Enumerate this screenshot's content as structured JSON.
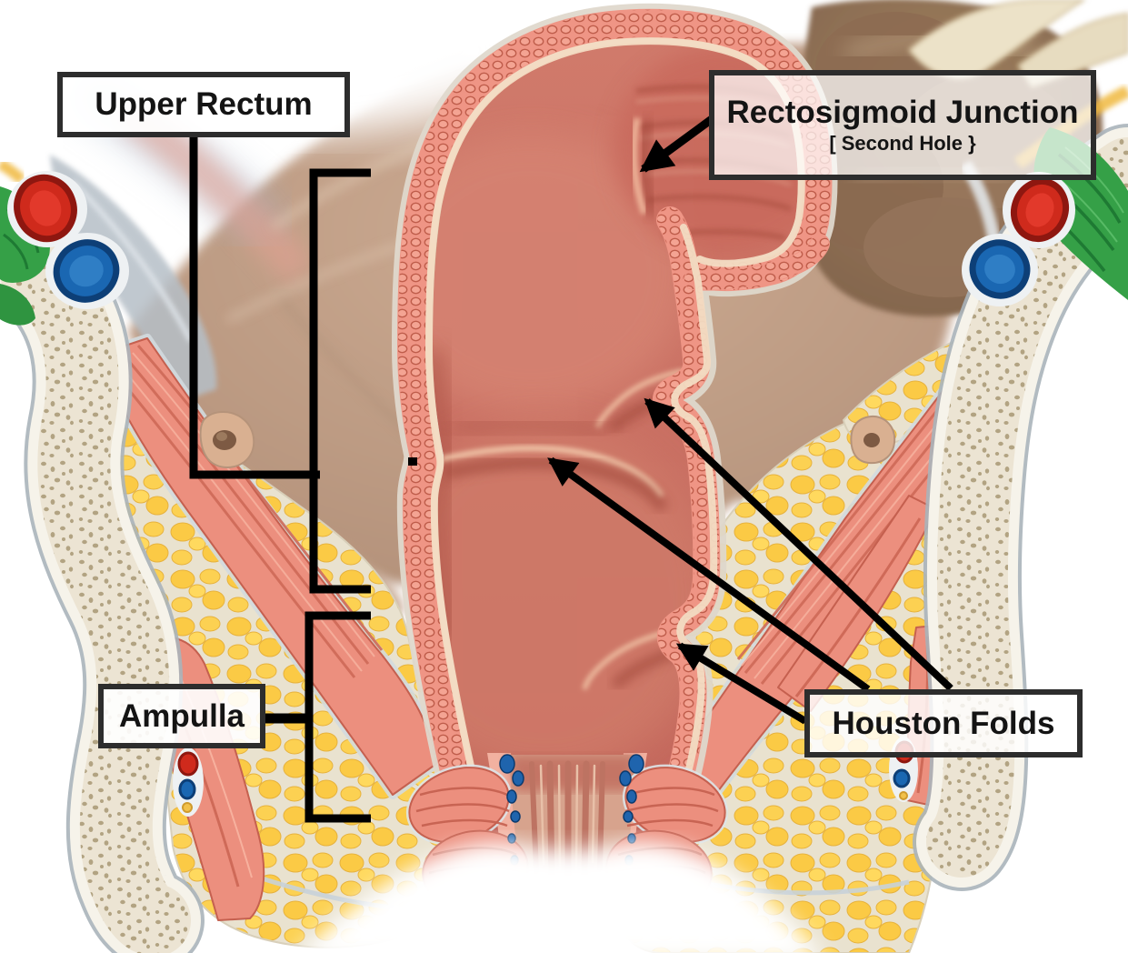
{
  "figure": {
    "labels": {
      "upper_rectum": {
        "text": "Upper Rectum"
      },
      "rectosigmoid_junction": {
        "text": "Rectosigmoid Junction",
        "subtext": "[ Second Hole }"
      },
      "ampulla": {
        "text": "Ampulla"
      },
      "houston_folds": {
        "text": "Houston Folds"
      }
    },
    "colors": {
      "annotation": "#000000",
      "label_border": "#2d2d2d",
      "label_bg": "rgba(255,255,255,0.85)",
      "label_text": "#141414",
      "fat": "#fbca45",
      "fat_highlight": "#ffd95e",
      "fat_mortar": "#e9e2cf",
      "bone": "#ece4d3",
      "bone_stipple": "#b2a382",
      "bone_casing": "#f6f3ea",
      "muscle": "#ec8f7e",
      "muscle_line": "#c5604f",
      "wall": "#ef9585",
      "wall_cobble_line": "#bf5d4b",
      "lining": "#f3dcc3",
      "lumen_1": "#d07a6b",
      "lumen_2": "#c2655a",
      "lumen_shadow": "#9c4437",
      "lumen_highlight": "#f2c9ab",
      "tan": "#c3a289",
      "brown": "#8f6f56",
      "vessel_red": "#cf2a1c",
      "vessel_red_dark": "#8e1710",
      "vessel_blue": "#1a67b2",
      "vessel_blue_dark": "#0d3f77",
      "green": "#35a047",
      "green_dark": "#1e7a33",
      "canal": "#d7a38d",
      "canal_ridge": "#bd7362",
      "serosa": "#dfd8cc",
      "fascia": "#c8d2d8"
    }
  }
}
